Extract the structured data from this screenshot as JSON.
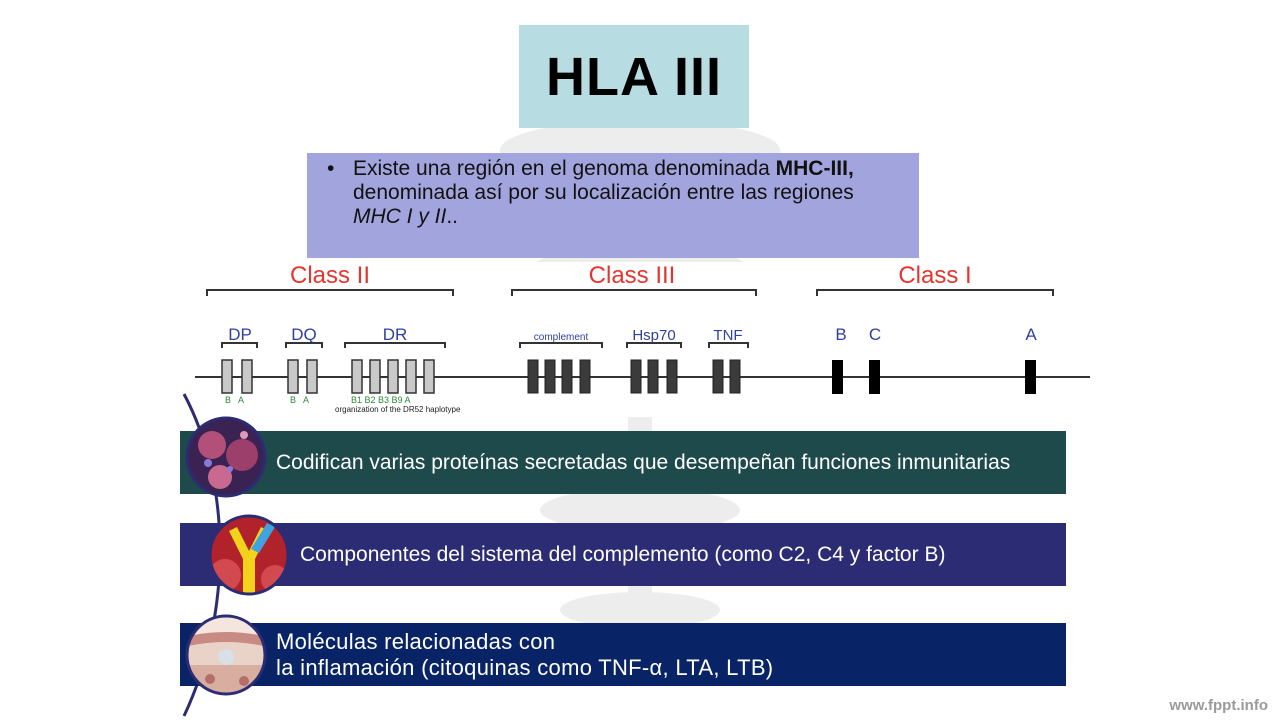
{
  "slide": {
    "title": "HLA III",
    "intro": {
      "bullet": "•",
      "part1": "Existe una región en el genoma denominada ",
      "bold": "MHC-III,",
      "part2": " denominada así por su localización entre las regiones ",
      "italic": "MHC I y II",
      "end": ".."
    }
  },
  "diagram": {
    "classes": [
      {
        "label": "Class II"
      },
      {
        "label": "Class III"
      },
      {
        "label": "Class I"
      }
    ],
    "groups": [
      {
        "label": "DP"
      },
      {
        "label": "DQ"
      },
      {
        "label": "DR"
      },
      {
        "label": "complement"
      },
      {
        "label": "Hsp70"
      },
      {
        "label": "TNF"
      },
      {
        "label": "B"
      },
      {
        "label": "C"
      },
      {
        "label": "A"
      }
    ],
    "sublabels": {
      "dp": "B   A",
      "dq": "B   A",
      "dr": "B1 B2 B3 B9 A"
    },
    "caption": "organization of the DR52 haplotype",
    "colors": {
      "class_label": "#e4362e",
      "group_label": "#3040a0",
      "sublabel": "#2e8a3a"
    }
  },
  "points": [
    {
      "text": "Codifican varias proteínas secretadas que desempeñan funciones inmunitarias",
      "color": "#1f4a4c"
    },
    {
      "text": "Componentes del sistema del complemento (como C2, C4 y factor B)",
      "color": "#2b2c74"
    },
    {
      "line1": "Moléculas relacionadas con",
      "line2": "la inflamación (citoquinas como TNF-α, LTA, LTB)",
      "color": "#082466"
    }
  ],
  "footer": {
    "url": "www.fppt.info"
  }
}
